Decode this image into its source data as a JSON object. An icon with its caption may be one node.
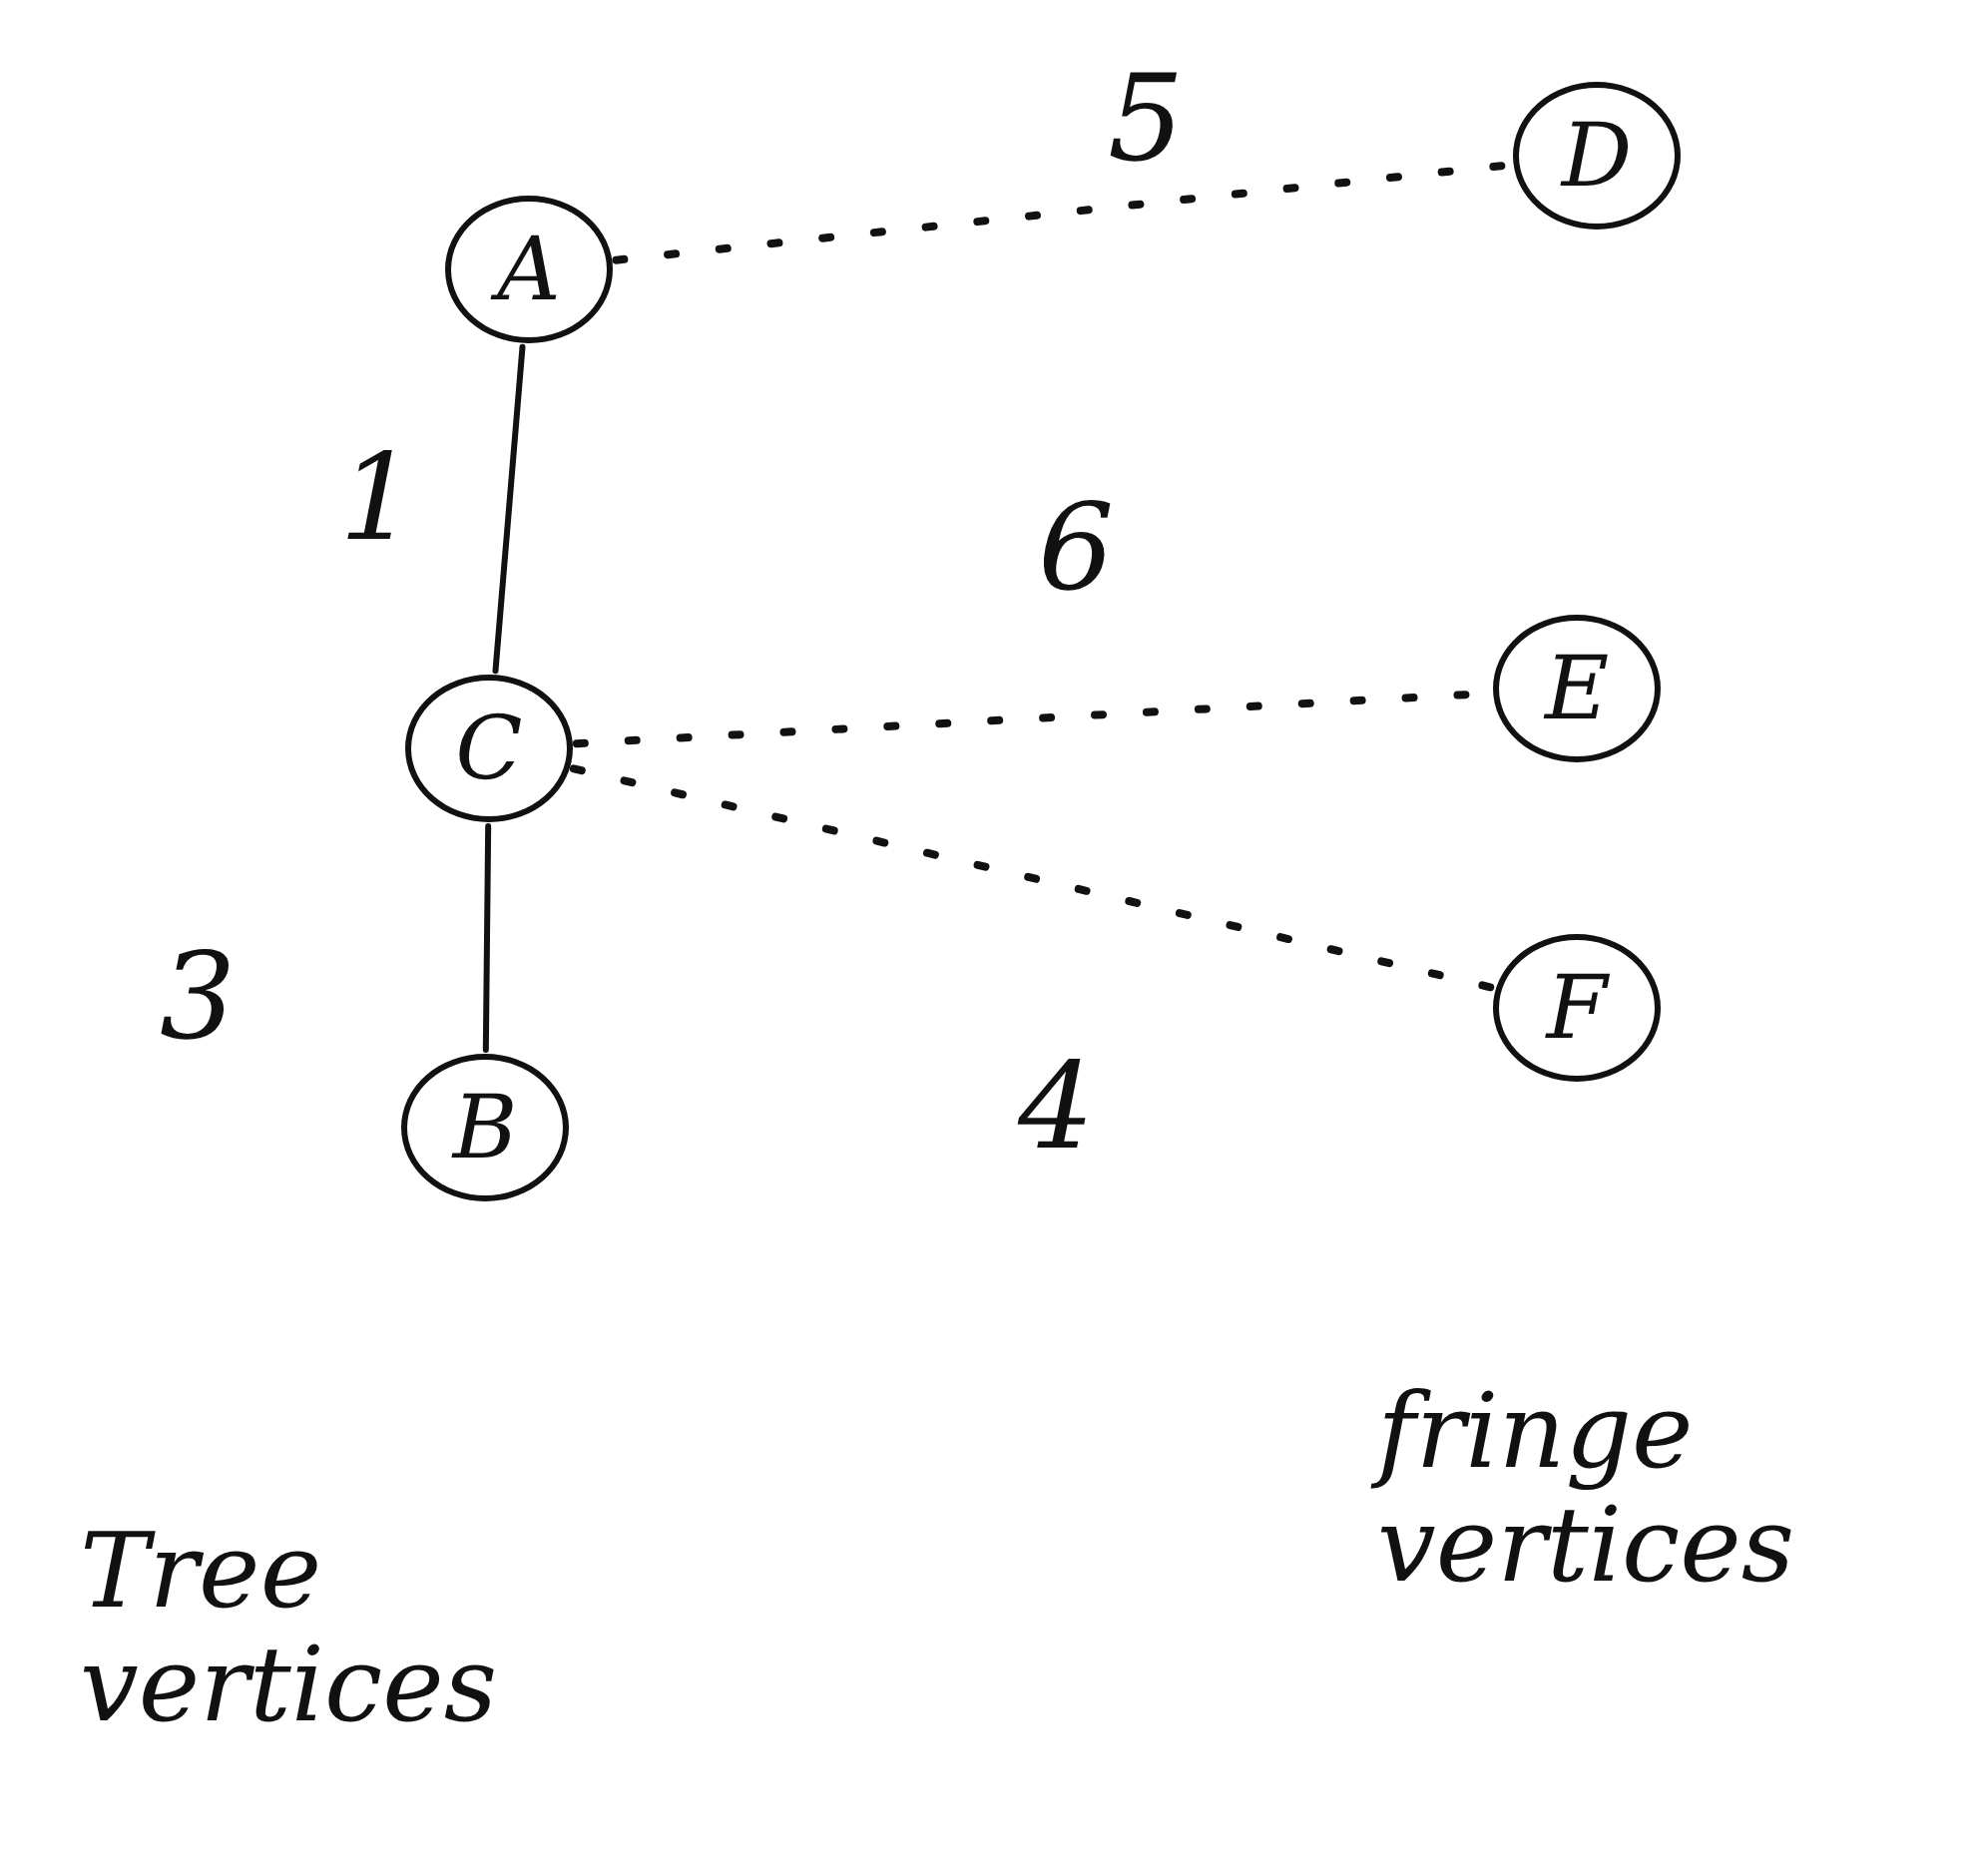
{
  "diagram": {
    "nodes": [
      {
        "text": [
          "A"
        ]
      },
      {
        "text": [
          "C"
        ]
      },
      {
        "text": [
          "B"
        ]
      },
      {
        "text": [
          "D"
        ]
      },
      {
        "text": [
          "E"
        ]
      },
      {
        "text": [
          "F"
        ]
      }
    ],
    "edges": [
      {
        "from": 0,
        "to": 1,
        "arrow": "none",
        "label": "1"
      },
      {
        "from": 1,
        "to": 2,
        "arrow": "none",
        "label": "3"
      },
      {
        "from": 0,
        "to": 3,
        "arrow": "none",
        "label": "5",
        "style": "dashed"
      },
      {
        "from": 1,
        "to": 4,
        "arrow": "none",
        "label": "6",
        "style": "dashed"
      },
      {
        "from": 1,
        "to": 5,
        "arrow": "none",
        "label": "4",
        "style": "dashed"
      }
    ],
    "labels": [
      "fringe vertices",
      "Tree vertices"
    ]
  }
}
